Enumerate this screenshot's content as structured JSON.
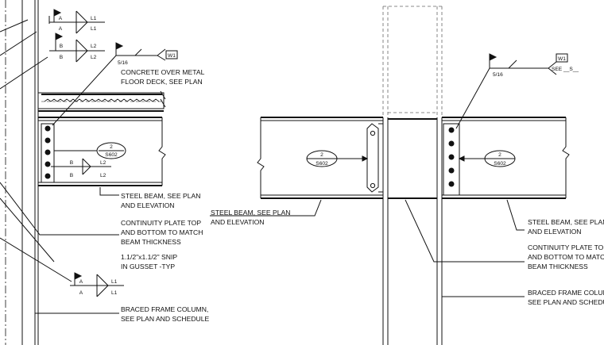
{
  "notes": {
    "left_concrete": [
      "CONCRETE OVER METAL",
      "FLOOR DECK, SEE PLAN"
    ],
    "left_steel_beam": [
      "STEEL BEAM, SEE PLAN",
      "AND ELEVATION"
    ],
    "left_continuity": [
      "CONTINUITY PLATE TOP",
      "AND BOTTOM TO MATCH",
      "BEAM THICKNESS"
    ],
    "left_snip": [
      "1.1/2\"x1.1/2\" SNIP",
      "IN GUSSET -TYP"
    ],
    "left_column": [
      "BRACED FRAME COLUMN,",
      "SEE PLAN AND SCHEDULE"
    ],
    "right_steel_beam_left": [
      "STEEL BEAM, SEE PLAN",
      "AND ELEVATION"
    ],
    "right_continuity": [
      "CONTINUITY PLATE TOP",
      "AND BOTTOM TO MATCH",
      "BEAM THICKNESS"
    ],
    "right_steel_beam": [
      "STEEL BEAM, SEE PLAN",
      "AND ELEVATION"
    ],
    "right_column": [
      "BRACED FRAME COLUMN,",
      "SEE PLAN AND SCHEDULE"
    ]
  },
  "weld_symbols": {
    "w1_a": {
      "top": "A",
      "bottom": "A",
      "ref_top": "L1",
      "ref_bottom": "L1"
    },
    "w1_b": {
      "top": "B",
      "bottom": "B",
      "ref_top": "L2",
      "ref_bottom": "L2"
    },
    "w2_b": {
      "top": "B",
      "bottom": "B",
      "ref_top": "L2",
      "ref_bottom": "L2"
    },
    "w3_a": {
      "top": "A",
      "bottom": "A",
      "ref_top": "L1",
      "ref_bottom": "L1"
    },
    "fillet_left": {
      "size": "5/16",
      "tail": "W1"
    },
    "fillet_right": {
      "size": "5/16",
      "tail": "W1",
      "note": "SEE __S__"
    }
  },
  "section_callouts": {
    "left": {
      "number": "2",
      "sheet": "S602"
    },
    "right_a": {
      "number": "2",
      "sheet": "S602"
    },
    "right_b": {
      "number": "2",
      "sheet": "S602"
    }
  }
}
